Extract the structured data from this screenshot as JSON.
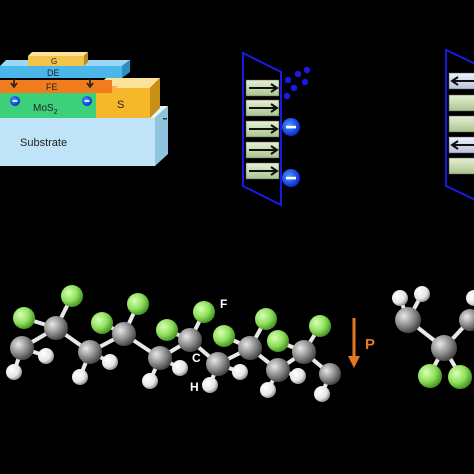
{
  "device": {
    "gate": "G",
    "dielectric": "DE",
    "ferroelectric": "FE",
    "channel": "MoS",
    "channel_subscript": "2",
    "source": "S",
    "substrate": "Substrate"
  },
  "molecule": {
    "fluorine": "F",
    "carbon": "C",
    "hydrogen": "H",
    "polarization": "P"
  },
  "colors": {
    "gate": "#f2c34a",
    "dielectric": "#4ab7e8",
    "ferroelectric": "#f07c1d",
    "channel": "#3cd07a",
    "source": "#f5b82a",
    "substrate": "#bfe4f7",
    "capacitor": "#1a1ae6",
    "dipole": "#cfe4b8",
    "fluorine": "#8ee05a",
    "carbon": "#8c8c8c",
    "hydrogen": "#f2f2f2",
    "polarization_arrow": "#e87722"
  }
}
